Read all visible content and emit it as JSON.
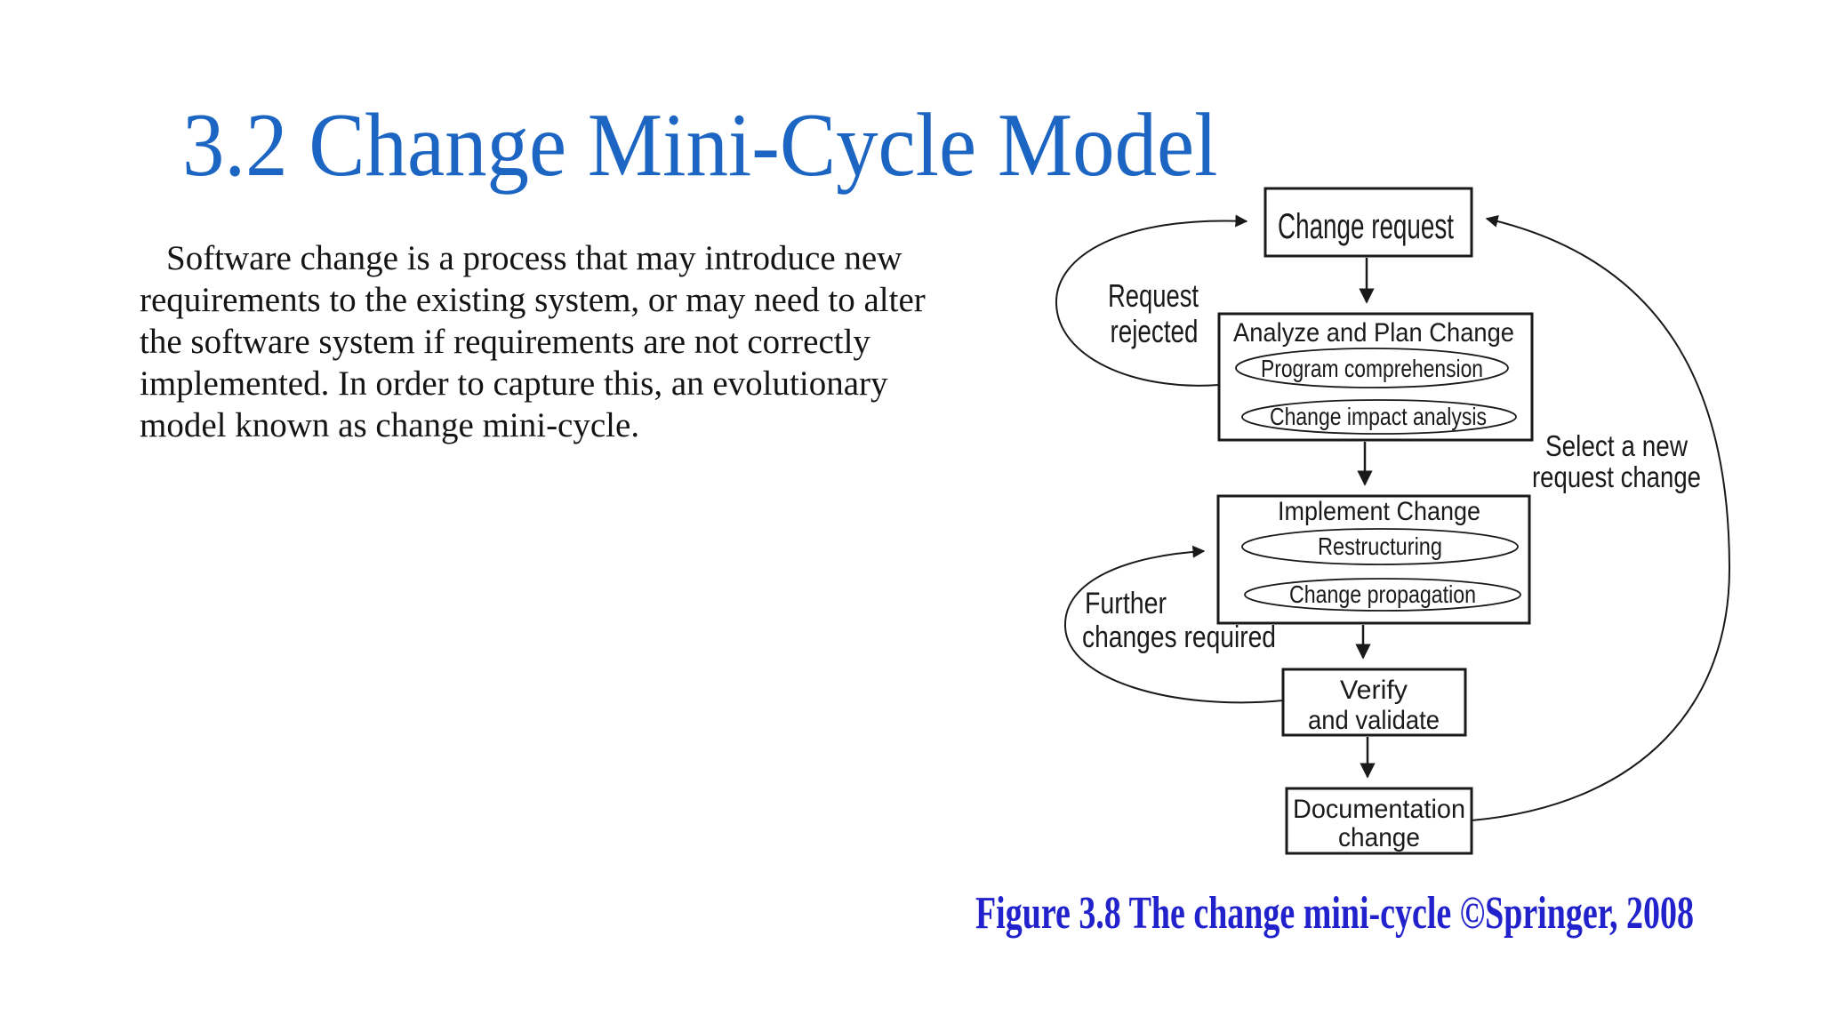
{
  "slide": {
    "title": "3.2 Change Mini-Cycle Model",
    "paragraph_lines": [
      "Software change is a process that may introduce new",
      "requirements to the existing system, or may need to alter",
      "the software system if requirements are not correctly",
      "implemented. In order to capture this, an evolutionary",
      "model known as change mini-cycle."
    ],
    "caption": "Figure 3.8 The change mini-cycle ©Springer, 2008"
  },
  "colors": {
    "title_blue": "#1c65c2",
    "caption_blue": "#2222cc",
    "ink": "#1a1a1a",
    "text": "#141414"
  },
  "diagram": {
    "nodes": {
      "change_request": {
        "label": "Change request"
      },
      "analyze": {
        "title": "Analyze and Plan Change",
        "activities": [
          "Program comprehension",
          "Change impact analysis"
        ]
      },
      "implement": {
        "title": "Implement Change",
        "activities": [
          "Restructuring",
          "Change propagation"
        ]
      },
      "verify": {
        "line1": "Verify",
        "line2": "and validate"
      },
      "documentation": {
        "line1": "Documentation",
        "line2": "change"
      }
    },
    "edge_labels": {
      "request_rejected": {
        "line1": "Request",
        "line2": "rejected"
      },
      "further_changes": {
        "line1": "Further",
        "line2": "changes required"
      },
      "select_new": {
        "line1": "Select a new",
        "line2": "request change"
      }
    }
  }
}
